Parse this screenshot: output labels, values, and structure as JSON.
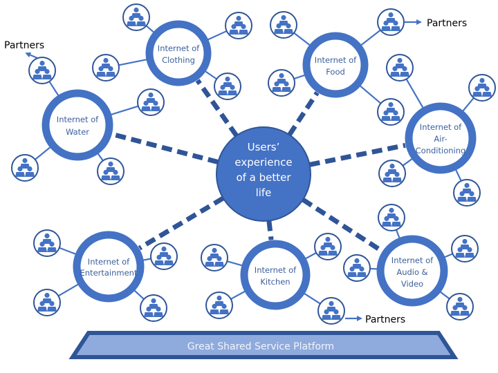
{
  "center": {
    "lines": [
      "Users’",
      "experience",
      "of a better",
      "life"
    ]
  },
  "hubs": [
    {
      "id": "clothing",
      "lines": [
        "Internet of",
        "Clothing"
      ]
    },
    {
      "id": "food",
      "lines": [
        "Internet of",
        "Food"
      ]
    },
    {
      "id": "water",
      "lines": [
        "Internet of",
        "Water"
      ]
    },
    {
      "id": "air-conditioning",
      "lines": [
        "Internet of",
        "Air-",
        "Conditioning"
      ]
    },
    {
      "id": "entertainment",
      "lines": [
        "Internet of",
        "Entertainment"
      ]
    },
    {
      "id": "kitchen",
      "lines": [
        "Internet of",
        "Kitchen"
      ]
    },
    {
      "id": "audio-video",
      "lines": [
        "Internet of",
        "Audio &",
        "Video"
      ]
    }
  ],
  "partners": [
    {
      "label": "Partners",
      "direction": "up-left",
      "from_hub": "water"
    },
    {
      "label": "Partners",
      "direction": "right",
      "from_hub": "food"
    },
    {
      "label": "Partners",
      "direction": "right",
      "from_hub": "kitchen"
    }
  ],
  "platform": {
    "label": "Great Shared Service Platform"
  },
  "icons": {
    "user_group": "user-group-icon",
    "arrow": "arrow-icon"
  },
  "colors": {
    "primary": "#4472c4",
    "dark": "#2f5597",
    "platform_fill": "#8faadc",
    "hub_text": "#3b5f9c",
    "white": "#ffffff"
  }
}
